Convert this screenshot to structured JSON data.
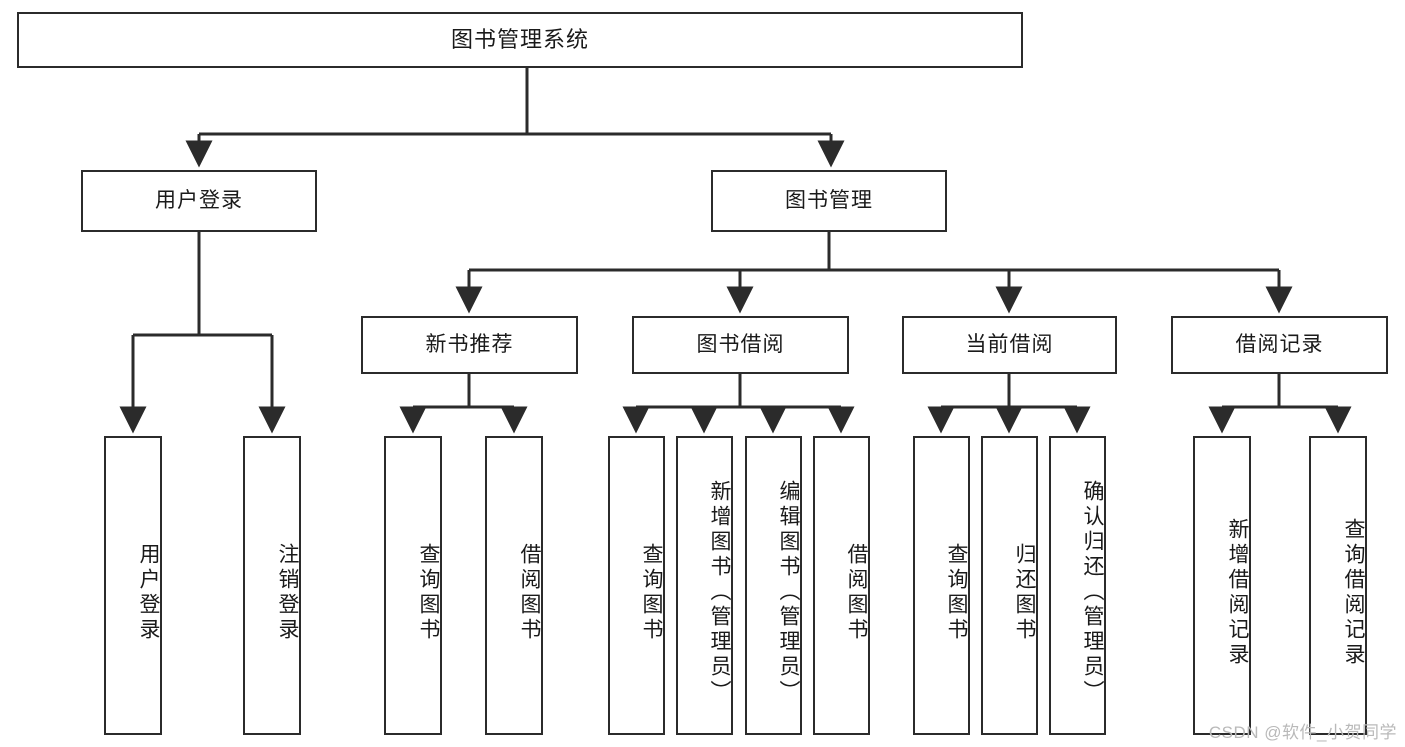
{
  "diagram": {
    "title": "图书管理系统",
    "watermark": "CSDN @软件_小贺同学",
    "colors": {
      "box_border": "#2b2b2b",
      "box_fill": "#ffffff",
      "text": "#1a1a1a",
      "watermark": "#b9b9b9"
    },
    "levels": {
      "root": {
        "label": "图书管理系统"
      },
      "level2": [
        {
          "label": "用户登录"
        },
        {
          "label": "图书管理"
        }
      ],
      "level3": [
        {
          "label": "新书推荐"
        },
        {
          "label": "图书借阅"
        },
        {
          "label": "当前借阅"
        },
        {
          "label": "借阅记录"
        }
      ],
      "leaves": [
        {
          "label": "用户登录"
        },
        {
          "label": "注销登录"
        },
        {
          "label": "查询图书"
        },
        {
          "label": "借阅图书"
        },
        {
          "label": "查询图书"
        },
        {
          "label": "新增图书（管理员）"
        },
        {
          "label": "编辑图书（管理员）"
        },
        {
          "label": "借阅图书"
        },
        {
          "label": "查询图书"
        },
        {
          "label": "归还图书"
        },
        {
          "label": "确认归还（管理员）"
        },
        {
          "label": "新增借阅记录"
        },
        {
          "label": "查询借阅记录"
        }
      ]
    }
  }
}
